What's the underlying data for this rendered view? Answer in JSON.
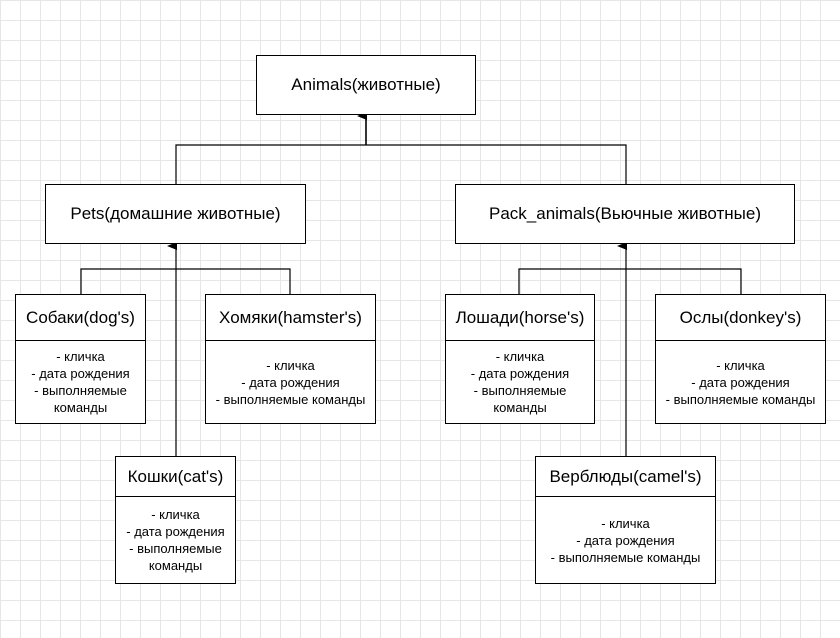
{
  "diagram": {
    "root": {
      "label": "Animals(животные)"
    },
    "pets": {
      "label": "Pets(домашние животные)",
      "dogs": {
        "title": "Собаки(dog's)",
        "attrs": [
          "- кличка",
          "- дата рождения",
          "- выполняемые",
          "команды"
        ]
      },
      "hamsters": {
        "title": "Хомяки(hamster's)",
        "attrs": [
          "- кличка",
          "- дата рождения",
          "- выполняемые команды"
        ]
      },
      "cats": {
        "title": "Кошки(cat's)",
        "attrs": [
          "- кличка",
          "- дата рождения",
          "- выполняемые",
          "команды"
        ]
      }
    },
    "pack": {
      "label": "Pack_animals(Вьючные животные)",
      "horses": {
        "title": "Лошади(horse's)",
        "attrs": [
          "- кличка",
          "- дата рождения",
          "- выполняемые",
          "команды"
        ]
      },
      "donkeys": {
        "title": "Ослы(donkey's)",
        "attrs": [
          "- кличка",
          "- дата рождения",
          "- выполняемые команды"
        ]
      },
      "camels": {
        "title": "Верблюды(camel's)",
        "attrs": [
          "- кличка",
          "- дата рождения",
          "- выполняемые команды"
        ]
      }
    }
  }
}
